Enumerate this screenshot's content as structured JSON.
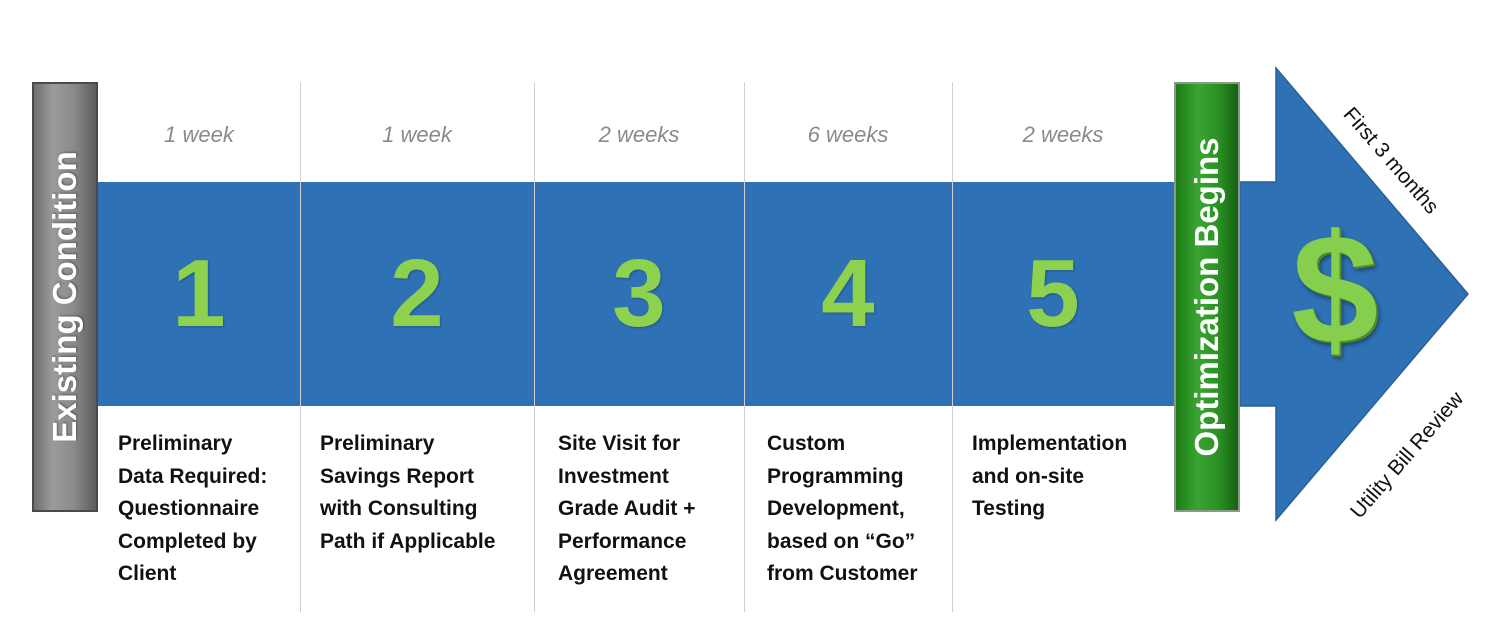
{
  "start_label": "Existing Condition",
  "steps": [
    {
      "number": "1",
      "duration": "1 week",
      "description": [
        "Preliminary",
        "Data Required:",
        "Questionnaire",
        "Completed by",
        "Client"
      ]
    },
    {
      "number": "2",
      "duration": "1 week",
      "description": [
        "Preliminary",
        "Savings Report",
        "with Consulting",
        "Path if Applicable"
      ]
    },
    {
      "number": "3",
      "duration": "2 weeks",
      "description": [
        "Site Visit for",
        "Investment",
        "Grade Audit +",
        "Performance",
        "Agreement"
      ]
    },
    {
      "number": "4",
      "duration": "6 weeks",
      "description": [
        "Custom",
        "Programming",
        "Development,",
        "based on “Go”",
        "from Customer"
      ]
    },
    {
      "number": "5",
      "duration": "2 weeks",
      "description": [
        "Implementation",
        "and on-site",
        "Testing"
      ]
    }
  ],
  "milestone_label": "Optimization Begins",
  "arrow": {
    "symbol": "$",
    "top_label": "First 3 months",
    "bottom_label": "Utility Bill Review"
  },
  "colors": {
    "band": "#2e72b5",
    "step_number": "#8ed14f",
    "existing_box": "#8a8a8a",
    "milestone_box": "#2a8f23",
    "arrow": "#2e72b5",
    "dollar": "#86cf4e"
  },
  "icons": [
    "dollar-sign-icon",
    "right-arrow-icon"
  ]
}
